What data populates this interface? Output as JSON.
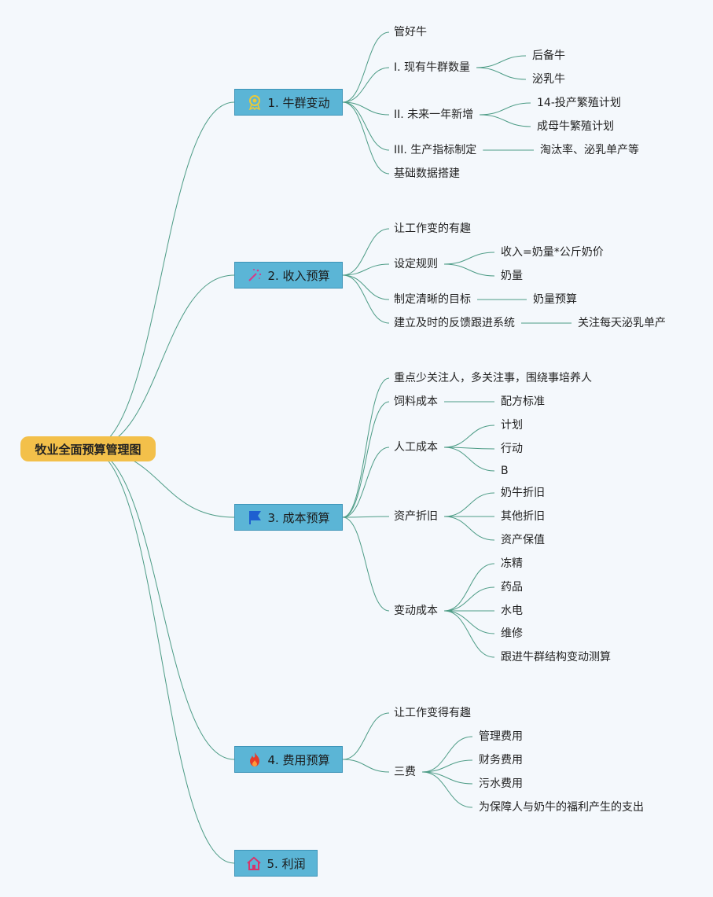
{
  "root": "牧业全面预算管理图",
  "branches": [
    {
      "label": "1. 牛群变动",
      "icon": "award-badge-icon",
      "children": [
        {
          "label": "管好牛"
        },
        {
          "label": "I. 现有牛群数量",
          "children": [
            "后备牛",
            "泌乳牛"
          ]
        },
        {
          "label": "II. 未来一年新增",
          "children": [
            "14-投产繁殖计划",
            "成母牛繁殖计划"
          ]
        },
        {
          "label": "III. 生产指标制定",
          "children": [
            "淘汰率、泌乳单产等"
          ]
        },
        {
          "label": "基础数据搭建"
        }
      ]
    },
    {
      "label": "2. 收入预算",
      "icon": "magic-wand-icon",
      "children": [
        {
          "label": "让工作变的有趣"
        },
        {
          "label": "设定规则",
          "children": [
            "收入=奶量*公斤奶价",
            "奶量"
          ]
        },
        {
          "label": "制定清晰的目标",
          "children": [
            "奶量预算"
          ]
        },
        {
          "label": "建立及时的反馈跟进系统",
          "children": [
            "关注每天泌乳单产"
          ]
        }
      ]
    },
    {
      "label": "3. 成本预算",
      "icon": "flag-icon",
      "children": [
        {
          "label": "重点少关注人，多关注事，围绕事培养人"
        },
        {
          "label": "饲料成本",
          "children": [
            "配方标准"
          ]
        },
        {
          "label": "人工成本",
          "children": [
            "计划",
            "行动",
            "B"
          ]
        },
        {
          "label": "资产折旧",
          "children": [
            "奶牛折旧",
            "其他折旧",
            "资产保值"
          ]
        },
        {
          "label": "变动成本",
          "children": [
            "冻精",
            "药品",
            "水电",
            "维修",
            "跟进牛群结构变动测算"
          ]
        }
      ]
    },
    {
      "label": "4. 费用预算",
      "icon": "fire-icon",
      "children": [
        {
          "label": "让工作变得有趣"
        },
        {
          "label": "三费",
          "children": [
            "管理费用",
            "财务费用",
            "污水费用",
            "为保障人与奶牛的福利产生的支出"
          ]
        }
      ]
    },
    {
      "label": "5. 利润",
      "icon": "house-icon",
      "children": []
    }
  ]
}
